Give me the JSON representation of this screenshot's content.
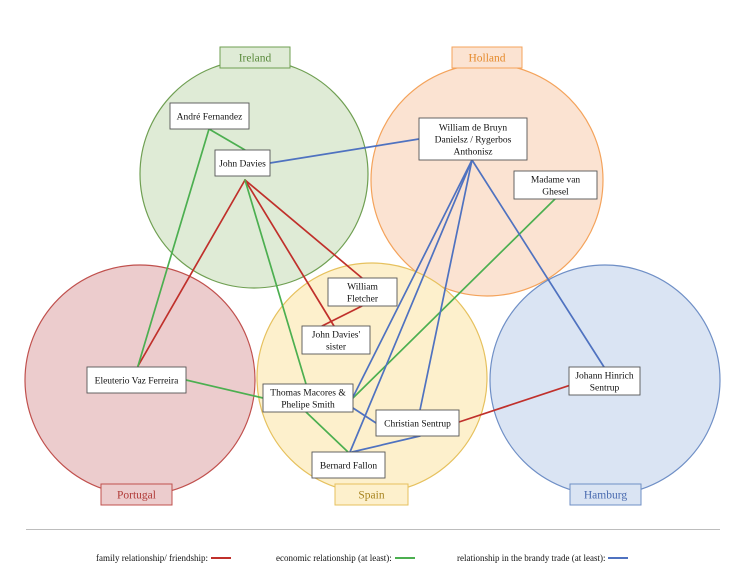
{
  "colors": {
    "family": "#c0302b",
    "economic": "#4caf50",
    "brandy": "#4f72c0"
  },
  "regions": [
    {
      "id": "ireland",
      "label": "Ireland",
      "fill": "#dfebd6",
      "stroke": "#6f9f52",
      "text": "#5a8a3c"
    },
    {
      "id": "holland",
      "label": "Holland",
      "fill": "#fbe3d2",
      "stroke": "#f4a35b",
      "text": "#e58a2c"
    },
    {
      "id": "portugal",
      "label": "Portugal",
      "fill": "#eccccd",
      "stroke": "#c0504d",
      "text": "#b03a37"
    },
    {
      "id": "spain",
      "label": "Spain",
      "fill": "#fdf0cc",
      "stroke": "#e6c15e",
      "text": "#a88420"
    },
    {
      "id": "hamburg",
      "label": "Hamburg",
      "fill": "#dae4f3",
      "stroke": "#6f8fc6",
      "text": "#4a6bb0"
    }
  ],
  "nodes": [
    {
      "id": "andre",
      "lines": [
        "André Fernandez"
      ]
    },
    {
      "id": "davies",
      "lines": [
        "John Davies"
      ]
    },
    {
      "id": "bruyn",
      "lines": [
        "William de Bruyn",
        "Danielsz  / Rygerbos",
        "Anthonisz"
      ]
    },
    {
      "id": "ghesel",
      "lines": [
        "Madame van",
        "Ghesel"
      ]
    },
    {
      "id": "fletcher",
      "lines": [
        "William",
        "Fletcher"
      ]
    },
    {
      "id": "sister",
      "lines": [
        "John Davies'",
        "sister"
      ]
    },
    {
      "id": "eleuterio",
      "lines": [
        "Eleuterio Vaz Ferreira"
      ]
    },
    {
      "id": "macores",
      "lines": [
        "Thomas Macores &",
        "Phelipe Smith"
      ]
    },
    {
      "id": "sentrup",
      "lines": [
        "Christian Sentrup"
      ]
    },
    {
      "id": "fallon",
      "lines": [
        "Bernard Fallon"
      ]
    },
    {
      "id": "johann",
      "lines": [
        "Johann Hinrich",
        "Sentrup"
      ]
    }
  ],
  "edges": [
    {
      "from": "davies",
      "to": "eleuterio",
      "type": "family"
    },
    {
      "from": "davies",
      "to": "fletcher",
      "type": "family"
    },
    {
      "from": "davies",
      "to": "sister",
      "type": "family"
    },
    {
      "from": "fletcher",
      "to": "sister",
      "type": "family"
    },
    {
      "from": "sentrup",
      "to": "johann",
      "type": "family"
    },
    {
      "from": "andre",
      "to": "eleuterio",
      "type": "economic"
    },
    {
      "from": "andre",
      "to": "davies",
      "type": "economic"
    },
    {
      "from": "davies",
      "to": "macores",
      "type": "economic"
    },
    {
      "from": "eleuterio",
      "to": "macores",
      "type": "economic"
    },
    {
      "from": "ghesel",
      "to": "macores",
      "type": "economic"
    },
    {
      "from": "macores",
      "to": "fallon",
      "type": "economic"
    },
    {
      "from": "davies",
      "to": "bruyn",
      "type": "brandy"
    },
    {
      "from": "bruyn",
      "to": "macores",
      "type": "brandy"
    },
    {
      "from": "bruyn",
      "to": "sentrup",
      "type": "brandy"
    },
    {
      "from": "bruyn",
      "to": "fallon",
      "type": "brandy"
    },
    {
      "from": "bruyn",
      "to": "johann",
      "type": "brandy"
    },
    {
      "from": "macores",
      "to": "sentrup",
      "type": "brandy"
    },
    {
      "from": "sentrup",
      "to": "fallon",
      "type": "brandy"
    }
  ],
  "legend": {
    "family": "family relationship/ friendship:",
    "economic": "economic relationship (at least):",
    "brandy": "relationship in the brandy trade (at least):"
  }
}
